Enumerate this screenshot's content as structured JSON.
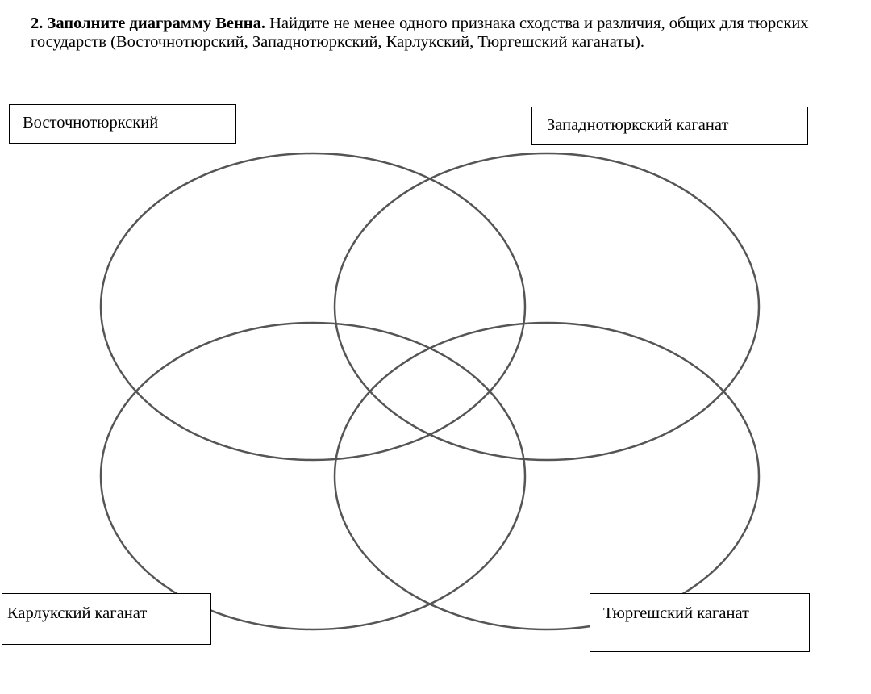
{
  "instructions": {
    "number_and_title": "2. Заполните диаграмму Венна.",
    "body": " Найдите не менее одного признака сходства и различия, общих для тюрских государств  (Восточнотюрский, Западнотюркский, Карлукский, Тюргешский каганаты)."
  },
  "labels": {
    "top_left": "Восточнотюркский",
    "top_right": "Западнотюркский каганат",
    "bottom_left": "Карлукский каганат",
    "bottom_right": "Тюргешский каганат"
  },
  "colors": {
    "circle_stroke": "#555555",
    "box_border": "#000000"
  }
}
